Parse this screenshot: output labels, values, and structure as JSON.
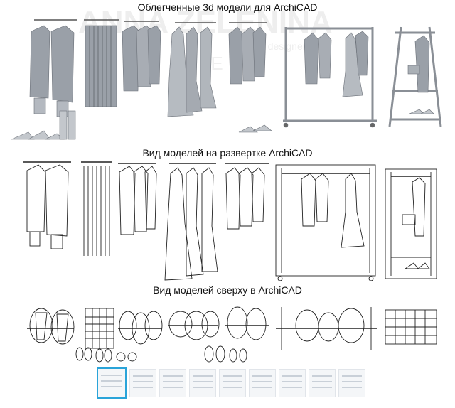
{
  "titles": {
    "row1": "Облегченные 3d модели для ArchiCAD",
    "row2": "Вид моделей на развертке ArchiCAD",
    "row3": "Вид моделей сверху в ArchiCAD"
  },
  "watermark": {
    "name": "ANNA ZELENINA",
    "role": "interior designer",
    "monogram": "ZE ZE"
  },
  "gallery": {
    "thumbnail_count": 9,
    "active_index": 0
  },
  "colors": {
    "accent": "#2aa4d9",
    "render_fill": "#9aa0a8",
    "line": "#222222"
  }
}
